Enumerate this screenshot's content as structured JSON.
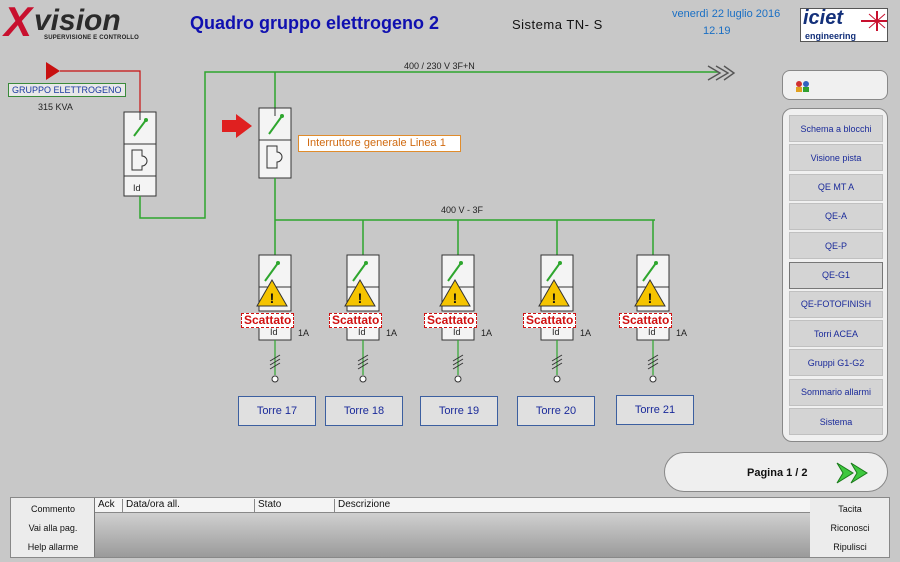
{
  "header": {
    "logo_left_x": "X",
    "logo_left_vision": "vision",
    "logo_left_sub": "SUPERVISIONE E CONTROLLO",
    "title": "Quadro gruppo elettrogeno 2",
    "system": "Sistema TN- S",
    "date": "venerdì 22 luglio 2016",
    "time": "12.19",
    "logo_right_brand": "iciet",
    "logo_right_sub": "engineering"
  },
  "diagram": {
    "main_line_label": "400 / 230 V 3F+N",
    "branch_line_label": "400 V - 3F",
    "generator_label": "GRUPPO ELETTROGENO",
    "generator_power": "315 KVA",
    "breaker_id_label": "Id",
    "main_breaker_tooltip": "Interruttore generale Linea 1",
    "feeders": [
      {
        "tower": "Torre 17",
        "status": "Scattato",
        "id_label": "Id",
        "rating": "1A"
      },
      {
        "tower": "Torre 18",
        "status": "Scattato",
        "id_label": "Id",
        "rating": "1A"
      },
      {
        "tower": "Torre 19",
        "status": "Scattato",
        "id_label": "Id",
        "rating": "1A"
      },
      {
        "tower": "Torre 20",
        "status": "Scattato",
        "id_label": "Id",
        "rating": "1A"
      },
      {
        "tower": "Torre 21",
        "status": "Scattato",
        "id_label": "Id",
        "rating": "1A"
      }
    ]
  },
  "nav": {
    "top_icon": "users-icon",
    "items": [
      {
        "label": "Schema a blocchi"
      },
      {
        "label": "Visione pista"
      },
      {
        "label": "QE MT A"
      },
      {
        "label": "QE-A"
      },
      {
        "label": "QE-P"
      },
      {
        "label": "QE-G1"
      },
      {
        "label": "QE-FOTOFINISH"
      },
      {
        "label": "Torri ACEA"
      },
      {
        "label": "Gruppi G1-G2"
      },
      {
        "label": "Sommario allarmi"
      },
      {
        "label": "Sistema"
      }
    ],
    "active": "QE-G1"
  },
  "pager": {
    "label": "Pagina 1 / 2"
  },
  "alarms": {
    "left_buttons": [
      "Commento",
      "Vai alla pag.",
      "Help allarme"
    ],
    "right_buttons": [
      "Tacita",
      "Riconosci",
      "Ripulisci"
    ],
    "columns": [
      "Ack",
      "Data/ora all.",
      "Stato",
      "Descrizione"
    ]
  },
  "colors": {
    "line_green": "#2ea62e",
    "alarm_red": "#d01010",
    "warning_yellow": "#f5c400",
    "title_blue": "#1010b0"
  }
}
